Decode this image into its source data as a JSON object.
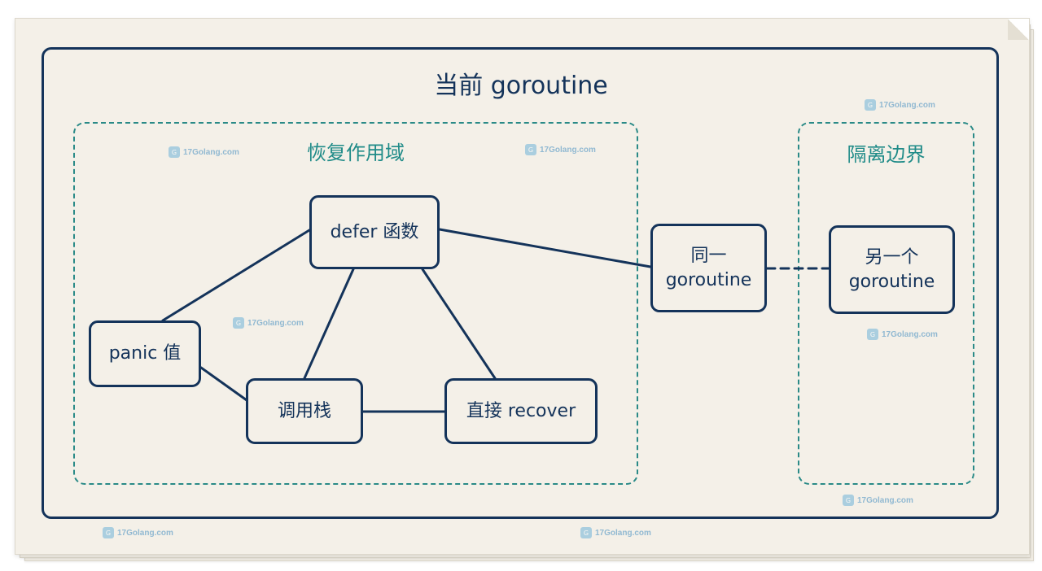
{
  "title": "当前 goroutine",
  "regions": {
    "recovery_scope": "恢复作用域",
    "isolation_boundary": "隔离边界"
  },
  "nodes": {
    "defer_func": "defer 函数",
    "panic_value": "panic 值",
    "call_stack": "调用栈",
    "direct_recover": "直接 recover",
    "same_goroutine_line1": "同一",
    "same_goroutine_line2": "goroutine",
    "other_goroutine_line1": "另一个",
    "other_goroutine_line2": "goroutine"
  },
  "watermark": "17Golang.com",
  "colors": {
    "navy": "#14335a",
    "teal": "#2a8a87",
    "paper": "#f4f0e8"
  }
}
